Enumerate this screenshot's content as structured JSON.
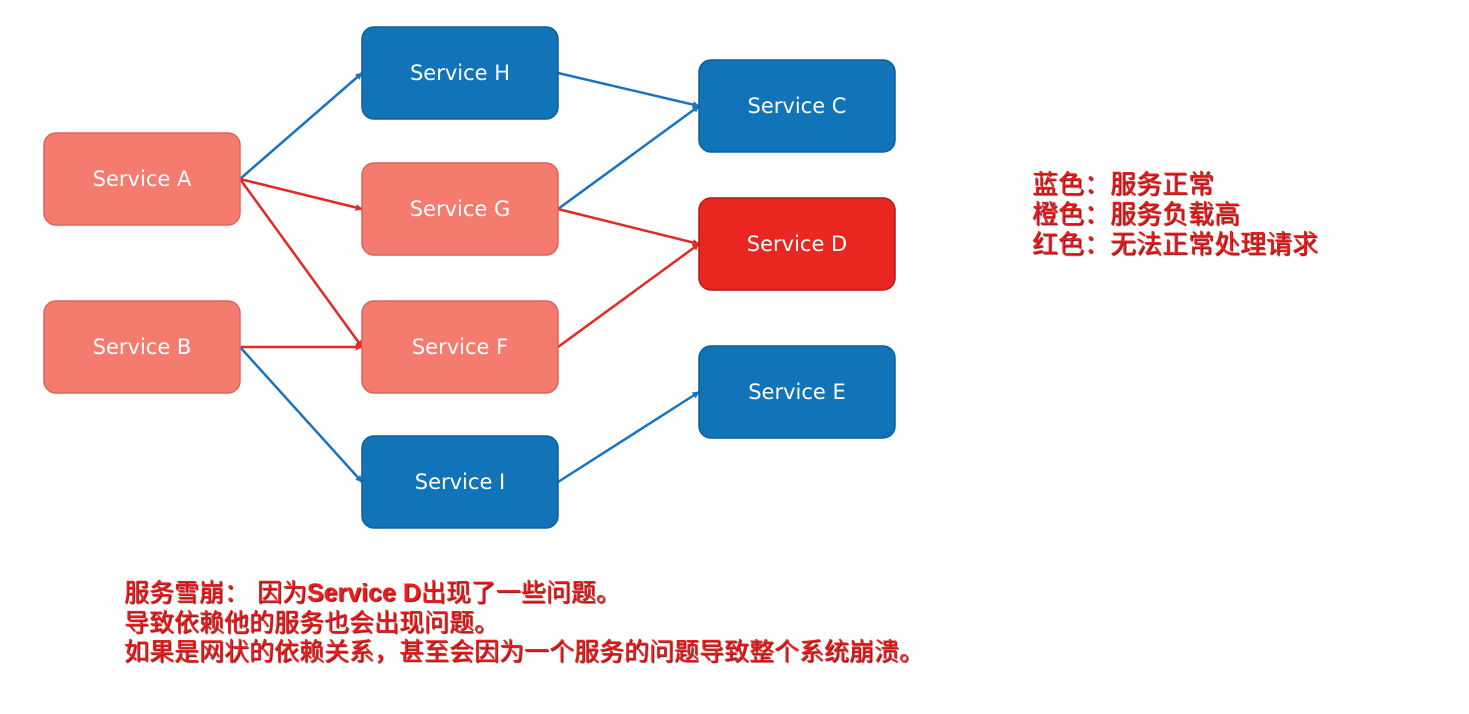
{
  "colors": {
    "normal": "#1173b8",
    "overloaded": "#f47b6e",
    "failed": "#ea2620",
    "edge_normal": "#1a74bd",
    "edge_overloaded": "#e02a25",
    "text": "#ee1c1c"
  },
  "nodes": [
    {
      "id": "A",
      "label": "Service A",
      "status": "overloaded"
    },
    {
      "id": "B",
      "label": "Service B",
      "status": "overloaded"
    },
    {
      "id": "H",
      "label": "Service H",
      "status": "normal"
    },
    {
      "id": "G",
      "label": "Service G",
      "status": "overloaded"
    },
    {
      "id": "F",
      "label": "Service F",
      "status": "overloaded"
    },
    {
      "id": "I",
      "label": "Service I",
      "status": "normal"
    },
    {
      "id": "C",
      "label": "Service C",
      "status": "normal"
    },
    {
      "id": "D",
      "label": "Service D",
      "status": "failed"
    },
    {
      "id": "E",
      "label": "Service E",
      "status": "normal"
    }
  ],
  "edges": [
    {
      "from": "A",
      "to": "H",
      "status": "normal"
    },
    {
      "from": "A",
      "to": "G",
      "status": "overloaded"
    },
    {
      "from": "A",
      "to": "F",
      "status": "overloaded"
    },
    {
      "from": "B",
      "to": "F",
      "status": "overloaded"
    },
    {
      "from": "B",
      "to": "I",
      "status": "normal"
    },
    {
      "from": "H",
      "to": "C",
      "status": "normal"
    },
    {
      "from": "G",
      "to": "C",
      "status": "normal"
    },
    {
      "from": "G",
      "to": "D",
      "status": "overloaded"
    },
    {
      "from": "F",
      "to": "D",
      "status": "overloaded"
    },
    {
      "from": "I",
      "to": "E",
      "status": "normal"
    }
  ],
  "legend": {
    "blue": "蓝色：服务正常",
    "orange": "橙色：服务负载高",
    "red": "红色：无法正常处理请求"
  },
  "caption": {
    "line1_prefix": "服务雪崩： 因为",
    "line1_highlight": "Service D",
    "line1_suffix": "出现了一些问题。",
    "line2": "导致依赖他的服务也会出现问题。",
    "line3": "如果是网状的依赖关系，甚至会因为一个服务的问题导致整个系统崩溃。"
  }
}
